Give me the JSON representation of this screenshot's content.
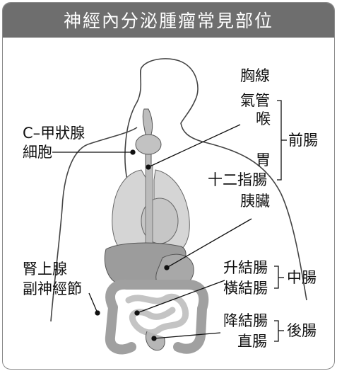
{
  "title": "神經內分泌腫瘤常見部位",
  "colors": {
    "header_bg": "#6e6e6e",
    "organ_fill": "#cfcfcf",
    "organ_dark": "#9a9a9a",
    "outline": "#444444"
  },
  "labels": {
    "thymus": "胸線",
    "bronchus": "氣管",
    "larynx": "喉",
    "stomach": "胃",
    "duodenum": "十二指腸",
    "pancreas": "胰臟",
    "foregut": "前腸",
    "c_cell_line1": "C–甲狀腺",
    "c_cell_line2": "細胞",
    "adrenal_line1": "腎上腺",
    "adrenal_line2": "副神經節",
    "ascending_colon": "升結腸",
    "transverse_colon": "橫結腸",
    "midgut": "中腸",
    "descending_colon": "降結腸",
    "rectum": "直腸",
    "hindgut": "後腸"
  }
}
